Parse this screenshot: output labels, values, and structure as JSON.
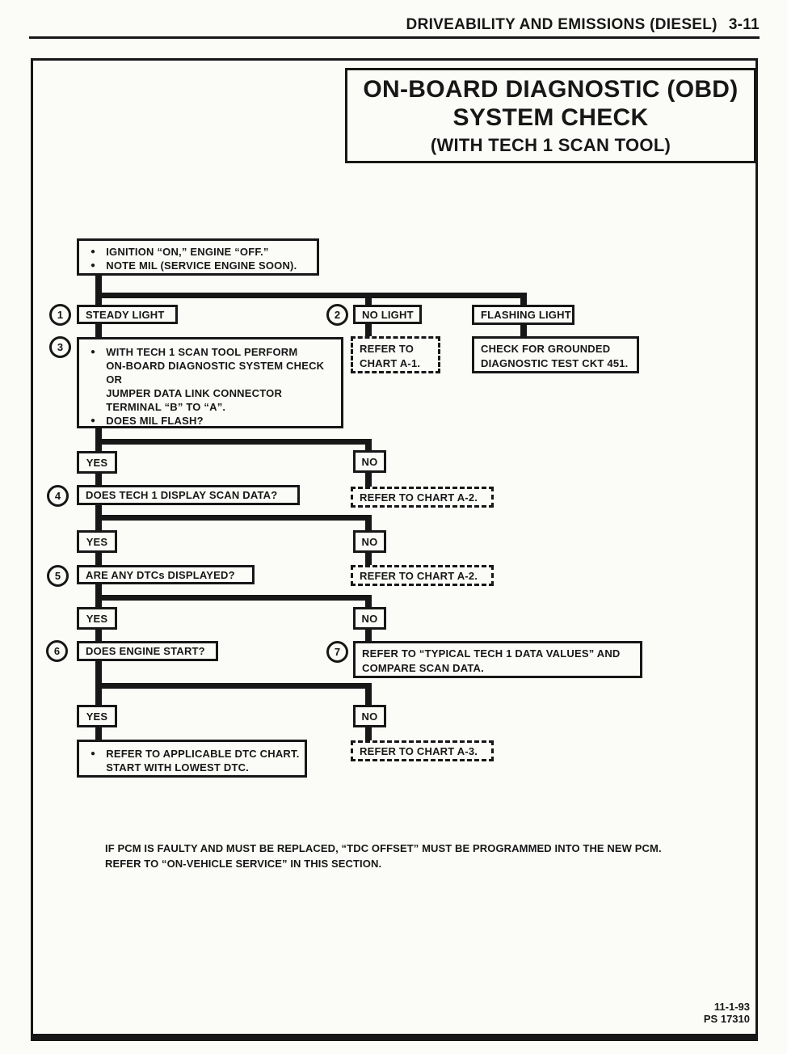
{
  "labels": {
    "yes": "YES",
    "no": "NO",
    "bullet": "●"
  },
  "header": {
    "title": "DRIVEABILITY AND EMISSIONS (DIESEL)",
    "page": "3-11"
  },
  "title_box": {
    "line1": "ON-BOARD DIAGNOSTIC (OBD)",
    "line2": "SYSTEM CHECK",
    "subtitle": "(WITH TECH 1 SCAN TOOL)"
  },
  "nodes": {
    "start": {
      "bullet1": "IGNITION “ON,” ENGINE “OFF.”",
      "bullet2": "NOTE MIL (SERVICE ENGINE SOON)."
    },
    "c1": "1",
    "steady_light": "STEADY LIGHT",
    "c2": "2",
    "no_light": "NO LIGHT",
    "flashing_light": "FLASHING LIGHT",
    "c3": "3",
    "step3": {
      "l1": "WITH TECH 1 SCAN TOOL PERFORM",
      "l2": "ON-BOARD DIAGNOSTIC SYSTEM CHECK",
      "l3": "OR",
      "l4": "JUMPER DATA LINK CONNECTOR",
      "l5": "TERMINAL “B” TO “A”.",
      "q": "DOES MIL FLASH?"
    },
    "refer_a1": {
      "l1": "REFER TO",
      "l2": "CHART A-1."
    },
    "grounded": {
      "l1": "CHECK FOR GROUNDED",
      "l2": "DIAGNOSTIC TEST CKT 451."
    },
    "c4": "4",
    "step4": "DOES TECH 1 DISPLAY SCAN DATA?",
    "refer_a2": "REFER TO CHART A-2.",
    "c5": "5",
    "step5": "ARE ANY DTCs DISPLAYED?",
    "c6": "6",
    "step6": "DOES ENGINE START?",
    "c7": "7",
    "step7": {
      "l1": "REFER TO “TYPICAL TECH 1 DATA VALUES” AND",
      "l2": "COMPARE SCAN DATA."
    },
    "final": {
      "l1": "REFER TO APPLICABLE DTC CHART.",
      "l2": "START WITH LOWEST DTC."
    },
    "refer_a3": "REFER TO CHART A-3."
  },
  "footnote": {
    "line1": "IF PCM IS FAULTY AND MUST BE REPLACED, “TDC OFFSET” MUST BE PROGRAMMED INTO THE NEW PCM.",
    "line2": "REFER TO “ON-VEHICLE SERVICE” IN THIS SECTION."
  },
  "doc_code": {
    "date": "11-1-93",
    "number": "PS 17310"
  }
}
